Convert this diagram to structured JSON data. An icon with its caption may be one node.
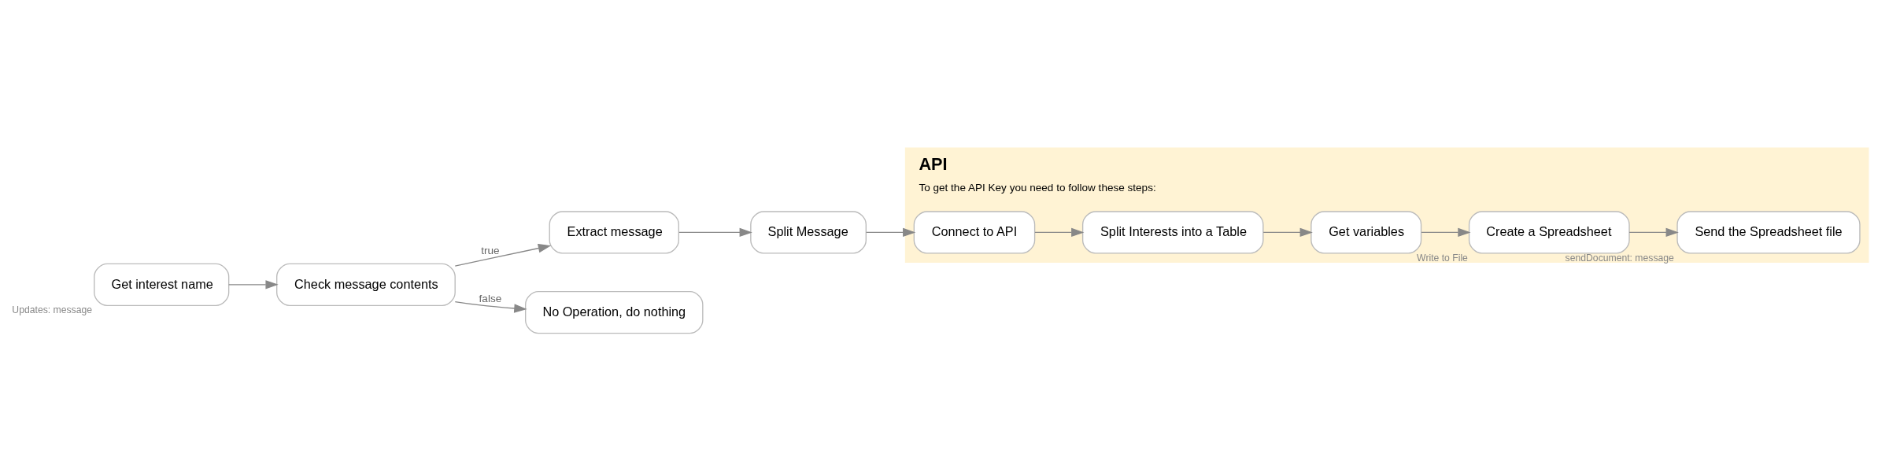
{
  "diagram": {
    "nodes": [
      {
        "text": [
          "API",
          "To get the API Key you need to follow these steps:"
        ]
      },
      {
        "text": [
          "Get interest name"
        ],
        "beside": [
          "Updates: message"
        ]
      },
      {
        "text": [
          "Check message contents"
        ]
      },
      {
        "text": [
          "Extract message"
        ]
      },
      {
        "text": [
          "Split Message"
        ]
      },
      {
        "text": [
          "Connect to API"
        ],
        "in": 0
      },
      {
        "text": [
          "Split Interests into a Table"
        ],
        "in": 0
      },
      {
        "text": [
          "Get variables"
        ],
        "in": 0
      },
      {
        "text": [
          "Create a Spreadsheet"
        ],
        "beside": [
          "Write to File"
        ],
        "in": 0
      },
      {
        "text": [
          "Send the Spreadsheet file"
        ],
        "beside": [
          "sendDocument: message"
        ],
        "in": 0
      },
      {
        "text": [
          "No Operation, do nothing"
        ]
      }
    ],
    "edges": [
      {
        "from": 1,
        "to": 2,
        "arrow": "to"
      },
      {
        "from": 2,
        "to": 3,
        "arrow": "to",
        "label": "true"
      },
      {
        "from": 2,
        "to": 10,
        "arrow": "to",
        "label": "false"
      },
      {
        "from": 3,
        "to": 4,
        "arrow": "to"
      },
      {
        "from": 4,
        "to": 5,
        "arrow": "to"
      },
      {
        "from": 5,
        "to": 6,
        "arrow": "to"
      },
      {
        "from": 6,
        "to": 7,
        "arrow": "to"
      },
      {
        "from": 7,
        "to": 8,
        "arrow": "to"
      },
      {
        "from": 8,
        "to": 9,
        "arrow": "to"
      }
    ]
  }
}
